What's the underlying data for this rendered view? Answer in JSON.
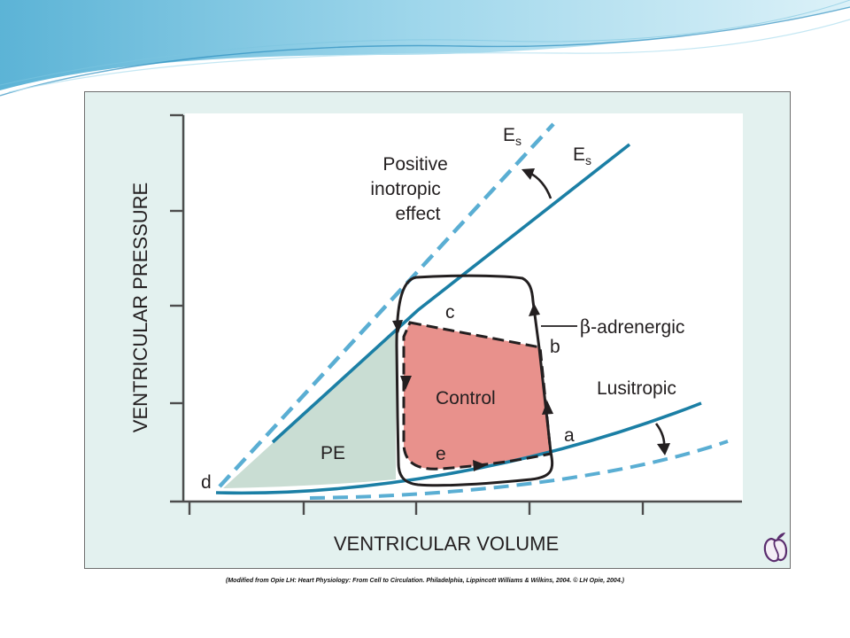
{
  "axes": {
    "x_label": "VENTRICULAR VOLUME",
    "y_label": "VENTRICULAR PRESSURE"
  },
  "annotations": {
    "es_upper": "E",
    "es_upper_sub": "s",
    "es_lower": "E",
    "es_lower_sub": "s",
    "positive_line1": "Positive",
    "positive_line2": "inotropic",
    "positive_line3": "effect",
    "beta_symbol": "β",
    "beta_text": "-adrenergic",
    "lusitropic": "Lusitropic",
    "control": "Control",
    "pe": "PE",
    "point_a": "a",
    "point_b": "b",
    "point_c": "c",
    "point_d": "d",
    "point_e": "e"
  },
  "caption": "(Modified from Opie LH: Heart Physiology: From Cell to Circulation. Philadelphia, Lippincott Williams & Wilkins, 2004. © LH Opie, 2004.)",
  "colors": {
    "curve_blue": "#1b7fa5",
    "dashed_blue": "#5aaed3",
    "loop_black": "#231f20",
    "control_fill": "#e8918c",
    "pe_fill": "#c9ddd3",
    "panel_bg": "#e3f1ef",
    "plot_bg": "#ffffff"
  },
  "icons": {
    "logo": "opie-apple-logo-icon"
  }
}
